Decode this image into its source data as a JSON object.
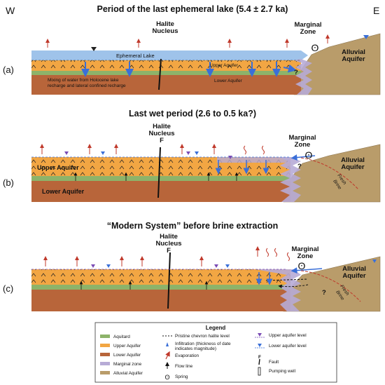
{
  "compass": {
    "west": "W",
    "east": "E"
  },
  "panels": [
    {
      "letter": "(a)",
      "title": "Period of the last ephemeral lake (5.4 ± 2.7 ka)",
      "halite_nucleus": "Halite\nNucleus",
      "marginal_zone": "Marginal\nZone",
      "alluvial_aquifer": "Alluvial\nAquifer",
      "ephemeral_lake": "Ephemeral Lake",
      "upper_aquifer": "Upper Aquifer",
      "lower_aquifer": "Lower Aquifer",
      "mixing_note": "Mixing of water from Holocene lake\nrecharge and lateral confined recharge",
      "question": "?"
    },
    {
      "letter": "(b)",
      "title": "Last wet period (2.6 to 0.5 ka?)",
      "halite_nucleus": "Halite\nNucleus",
      "fault": "F",
      "marginal_zone": "Marginal\nZone",
      "alluvial_aquifer": "Alluvial\nAquifer",
      "upper_aquifer": "Upper Aquifer",
      "lower_aquifer": "Lower Aquifer",
      "fresh": "Fresh",
      "brine": "Brine",
      "question": "?"
    },
    {
      "letter": "(c)",
      "title": "“Modern System” before brine extraction",
      "halite_nucleus": "Halite\nNucleus",
      "fault": "F",
      "marginal_zone": "Marginal\nZone",
      "alluvial_aquifer": "Alluvial\nAquifer",
      "fresh": "Fresh",
      "brine": "Brine",
      "question": "?"
    }
  ],
  "legend": {
    "title": "Legend",
    "items_col1": [
      {
        "label": "Aquitard",
        "color": "#8db36a"
      },
      {
        "label": "Upper Aquifer",
        "color": "#f2a643"
      },
      {
        "label": "Lower Aquifer",
        "color": "#b8653a"
      },
      {
        "label": "Marginal zone",
        "color": "#b7abd6"
      },
      {
        "label": "Alluvial Aquifer",
        "color": "#b99c6a"
      }
    ],
    "items_col2": [
      "Pristine chevron halite level",
      "Infiltration (thickness of date\nindicates magnitude)",
      "Evaporation",
      "Flow line",
      "Spring"
    ],
    "items_col3": [
      "Upper aquifer level",
      "Lower aquifer level",
      "Fault",
      "Pumping well"
    ],
    "fault_symbol": "F"
  },
  "colors": {
    "lake": "#9fc3ea",
    "upper": "#f2a643",
    "aquitard": "#8db36a",
    "lower": "#b8653a",
    "marginal": "#b7abd6",
    "alluvial": "#b99c6a",
    "blue_arrow": "#3a6fd8",
    "evap": "#c0392b"
  }
}
